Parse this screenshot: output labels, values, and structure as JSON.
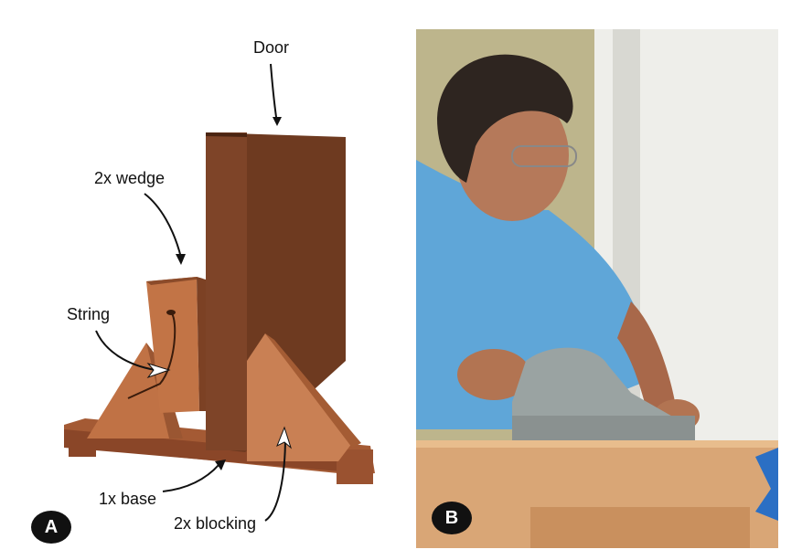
{
  "panel_a": {
    "badge": "A",
    "labels": {
      "door": "Door",
      "wedge": "2x wedge",
      "string": "String",
      "base": "1x base",
      "blocking": "2x blocking"
    }
  },
  "panel_b": {
    "badge": "B"
  }
}
